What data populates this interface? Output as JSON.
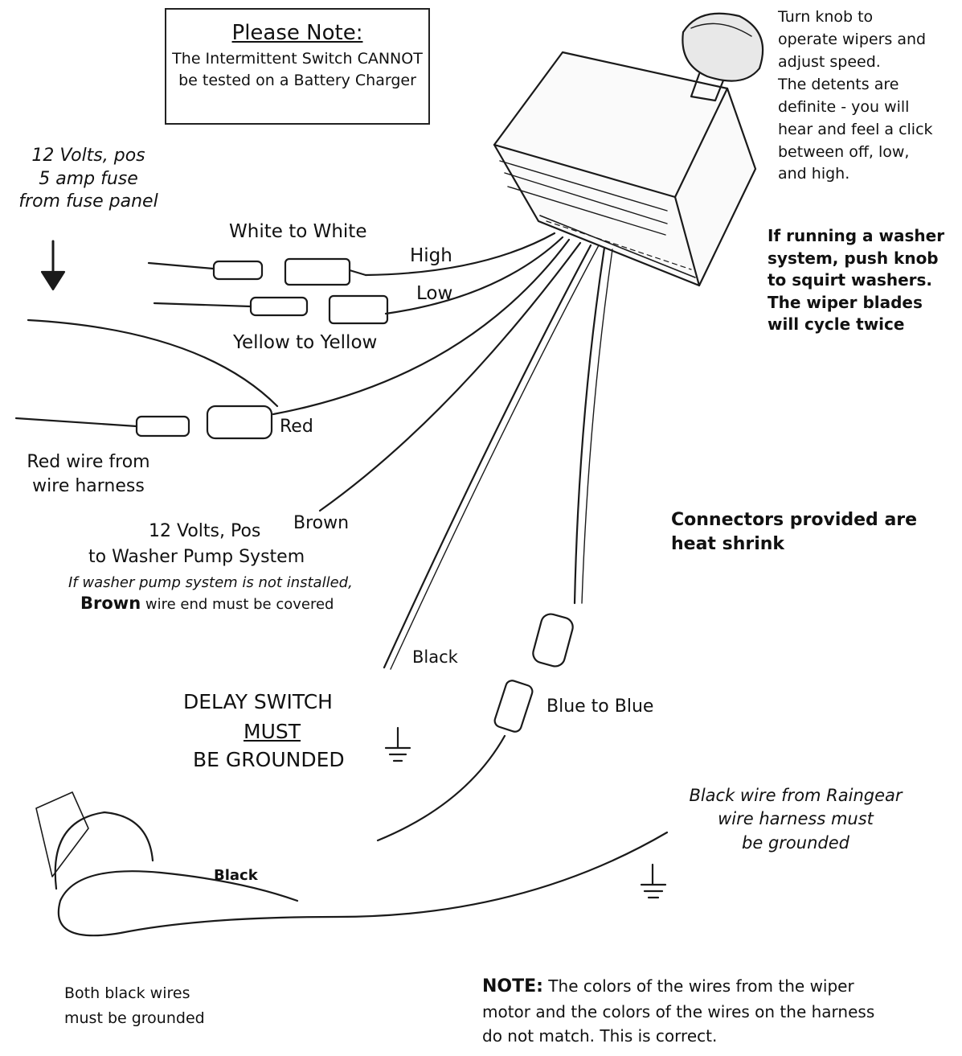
{
  "note_box": {
    "title": "Please Note:",
    "body": "The Intermittent Switch\nCANNOT be tested\non a Battery Charger"
  },
  "labels": {
    "knob_instructions": "Turn knob to\noperate wipers and\nadjust speed.\nThe detents are\ndefinite - you will\nhear and feel a click\nbetween off, low,\nand high.",
    "washer_instructions": "If running a washer\nsystem, push knob\nto squirt washers.\nThe wiper blades\nwill cycle twice",
    "fuse_source": "12 Volts, pos\n5 amp fuse\nfrom fuse panel",
    "white_to_white": "White to White",
    "high": "High",
    "low": "Low",
    "yellow_to_yellow": "Yellow to Yellow",
    "red": "Red",
    "red_wire_from": "Red wire from\nwire harness",
    "brown": "Brown",
    "washer_pump_line1": "12 Volts, Pos",
    "washer_pump_line2": "to Washer Pump System",
    "washer_pump_note": "If washer pump system is not installed,",
    "brown_word": "Brown",
    "brown_note": " wire end must be covered",
    "connectors": "Connectors provided are\nheat shrink",
    "black_upper": "Black",
    "blue_to_blue": "Blue to Blue",
    "delay_line1": "DELAY SWITCH",
    "delay_line2": "MUST",
    "delay_line3": "BE GROUNDED",
    "raingear_black": "Black wire from Raingear\nwire harness must\nbe grounded",
    "black_lower": "Black",
    "both_black": "Both black wires\nmust be grounded",
    "final_note_prefix": "NOTE:",
    "final_note_text": " The colors of the wires from the wiper\nmotor and the colors of the wires on the harness\ndo not match.  This is correct."
  }
}
